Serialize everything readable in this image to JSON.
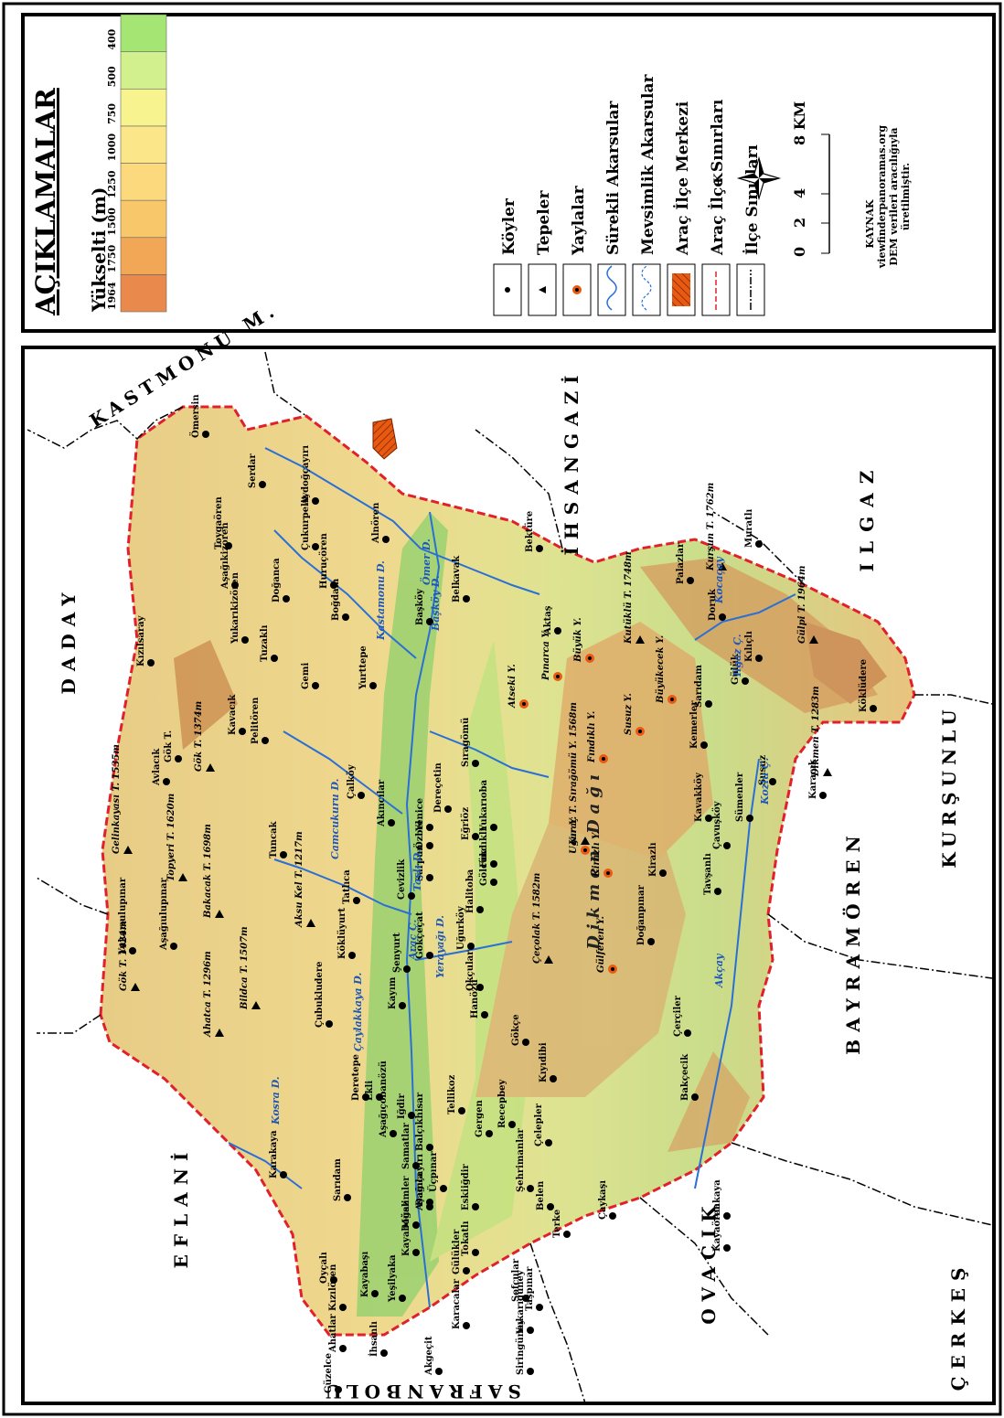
{
  "legend": {
    "title": "AÇIKLAMALAR",
    "elevation_title": "Yükselti (m)",
    "elevation_stops": [
      {
        "label": "1964",
        "color": "#e98a4c"
      },
      {
        "label": "1750",
        "color": "#f2a756"
      },
      {
        "label": "1500",
        "color": "#f7c76a"
      },
      {
        "label": "1250",
        "color": "#fbd97c"
      },
      {
        "label": "1000",
        "color": "#fce68a"
      },
      {
        "label": "750",
        "color": "#f7f48f"
      },
      {
        "label": "500",
        "color": "#d3f08e"
      },
      {
        "label": "400",
        "color": "#a5e574"
      }
    ],
    "items": [
      {
        "label": "Köyler",
        "icon": "dot-icon"
      },
      {
        "label": "Tepeler",
        "icon": "triangle-icon"
      },
      {
        "label": "Yaylalar",
        "icon": "yayla-icon"
      },
      {
        "label": "Sürekli Akarsular",
        "icon": "river-icon"
      },
      {
        "label": "Mevsimlik Akarsular",
        "icon": "seasonal-stream-icon"
      },
      {
        "label": "Araç İlçe Merkezi",
        "icon": "hatched-area-icon"
      },
      {
        "label": "Araç İlçe Sınırları",
        "icon": "red-dash-line-icon"
      },
      {
        "label": "İlçe Sınırları",
        "icon": "black-dash-line-icon"
      }
    ],
    "north_label": "K",
    "scale": {
      "ticks": [
        "0",
        "2",
        "4",
        "8 KM"
      ]
    },
    "source": {
      "title": "KAYNAK",
      "lines": [
        "viewfinderpanoramas.org",
        "DEM verileri aracılığıyla",
        "üretilmiştir."
      ]
    }
  },
  "colors": {
    "frame": "#000000",
    "boundary_red": "#e0202a",
    "river": "#2a6fd6",
    "lowland_green": "#8fd06c",
    "mid_yellow": "#f2df8c",
    "high_brown": "#c98a4e",
    "center_hatch": "#e85a12"
  },
  "neighbors": [
    {
      "id": "daday",
      "label": "DADAY"
    },
    {
      "id": "kastamonu",
      "label": "KASTMONU M."
    },
    {
      "id": "ihsangazi",
      "label": "İHSANGAZİ"
    },
    {
      "id": "ilgaz",
      "label": "ILGAZ"
    },
    {
      "id": "kursunlu",
      "label": "KURŞUNLU"
    },
    {
      "id": "bayramoren",
      "label": "BAYRAMÖREN"
    },
    {
      "id": "ovacik",
      "label": "OVACIK"
    },
    {
      "id": "cerkes",
      "label": "ÇERKEŞ"
    },
    {
      "id": "eflani",
      "label": "EFLANİ"
    },
    {
      "id": "safranbolu",
      "label": "SAFRANBOLU"
    }
  ],
  "villages": [
    "Ömersin",
    "Serdar",
    "Toygaören",
    "Aydoğçayırı",
    "Çukurpelit",
    "Doğanca",
    "Aşağıkizören",
    "Yukarıkizören",
    "Huruçören",
    "Alnören",
    "Boğdam",
    "Tuzaklı",
    "Kızılsaray",
    "Gemi",
    "Yurttepe",
    "Kavacık",
    "Pelitören",
    "Başköy",
    "Belkavak",
    "Bektüre",
    "Aktaş",
    "Gök T.",
    "Avlacık",
    "Çalköy",
    "Akıncılar",
    "Yenice",
    "Özbel",
    "Dereçetin",
    "Sıragömü",
    "Tuncak",
    "Sarpun",
    "Cevizlik",
    "Tatlıca",
    "Köklüyurt",
    "Şenyurt",
    "Halitoba",
    "Gölcük",
    "Fındıklı",
    "Eğriöz",
    "Yukarıoba",
    "Gökçeçat",
    "Uğurköy",
    "Okçular",
    "Kayım",
    "Hanözü",
    "Gökçe",
    "Çubukludere",
    "Deretepe",
    "Ekli",
    "Aşağıçobanözü",
    "Iğdir",
    "Aşağıçayırı",
    "Karakaya",
    "Sarıdam",
    "Samatlar",
    "Balçıkhisar",
    "Tellikoz",
    "Gergen",
    "Recepbey",
    "Kıyıdibi",
    "Çelepler",
    "Şehrimanlar",
    "Belen",
    "Terke",
    "Çaykaşı",
    "Kayaören",
    "Alakaya",
    "Bakçecik",
    "Çerçiler",
    "Doğanpınar",
    "Kirazlı",
    "Tavşanlı",
    "Çavuşköy",
    "Kavakköy",
    "Sümenler",
    "Susuz",
    "Kemerler",
    "Sarıdam",
    "Gülük",
    "Kılıçlı",
    "Doruk",
    "Palazlar",
    "Muratlı",
    "Karacık",
    "Köklüdere",
    "Oyçalı",
    "Kızılören",
    "Kayabaşı",
    "Ahatlar",
    "İhsanlı",
    "Yeşilyaka",
    "Kayaboğaz",
    "Müslimler",
    "Üçpınar",
    "Damla",
    "Eskiiğdir",
    "Tokatlı",
    "Gülükler",
    "Karacalar",
    "Akgeçit",
    "Güzelce",
    "Sofcular",
    "Taşpınar",
    "Yukarıgüney",
    "Siringüney",
    "Yukarıulupınar",
    "Aşağıulupınar"
  ],
  "hills": [
    "Gelinkayası T. 1535m",
    "Gök T. 1424m",
    "Gök T. 1374m",
    "Topyeri T. 1620m",
    "Bakacak T. 1698m",
    "Aksu Kel T. 1217m",
    "Ahatca T. 1296m",
    "Bildca T. 1507m",
    "Çeçolak T. 1582m",
    "Kıraç T. Sırağömü Y. 1568m",
    "Kutüklü T. 1748m",
    "Kurşun T. 1762m",
    "Gülpi T. 1964m",
    "Dikmen T. 1283m"
  ],
  "yaylas": [
    "Atseki Y.",
    "Pınarca Y.",
    "Büyük Y.",
    "Fındıklı Y.",
    "Uğur Y.",
    "Kirazlı Y.",
    "Gülferen Y.",
    "Büyükecek Y.",
    "Susuz Y."
  ],
  "mountain_label": "Dikmen Dağı",
  "rivers": [
    "Ömer D.",
    "Kastamonu D.",
    "Başköy D.",
    "Camcukuru D.",
    "Taşlı D.",
    "Araç Ç.",
    "Yerayağı D.",
    "Çaylakkaya D.",
    "Kocaçay",
    "Ilgaz Ç.",
    "Kozlu Ç.",
    "Akçay",
    "Kosra D."
  ]
}
